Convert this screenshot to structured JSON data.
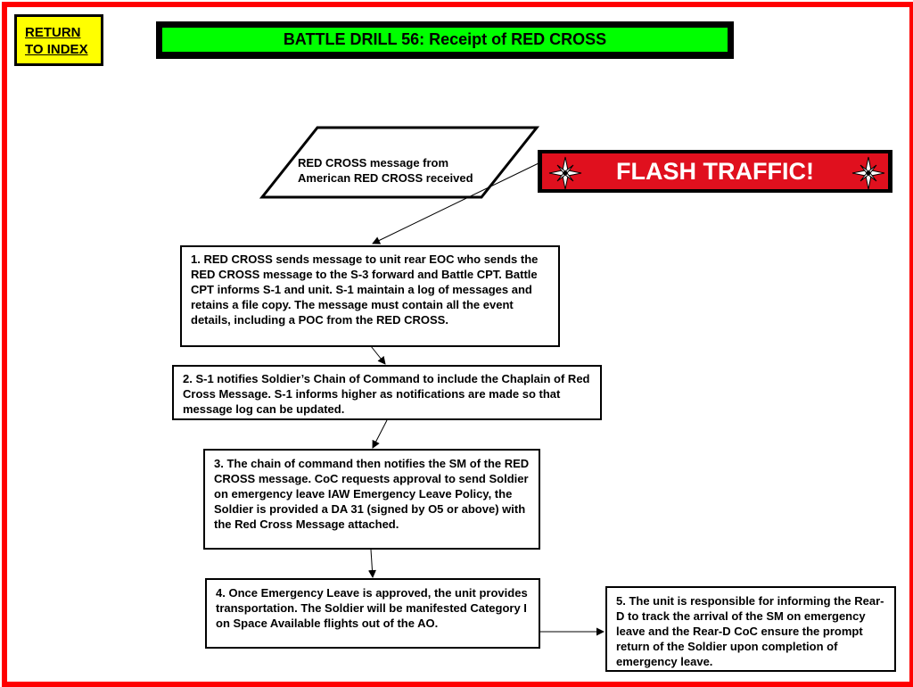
{
  "return_button": {
    "line1": "RETURN",
    "line2": "TO INDEX"
  },
  "title": "BATTLE DRILL 56:  Receipt of RED CROSS",
  "start_node": {
    "line1": "RED CROSS message from",
    "line2": "American RED CROSS received"
  },
  "flash": {
    "label": "FLASH TRAFFIC!"
  },
  "steps": [
    {
      "text": "1. RED CROSS sends message to unit rear EOC who sends the RED CROSS message to the S-3 forward and Battle CPT.  Battle CPT informs S-1 and unit. S-1 maintain a log of messages and retains a file copy.  The message must contain all the event details, including a POC from the RED CROSS."
    },
    {
      "text": "2. S-1 notifies Soldier’s Chain of Command to include the Chaplain of Red Cross Message. S-1 informs higher as notifications are made so that message log can be updated."
    },
    {
      "text": "3. The chain of command then notifies the SM of the RED CROSS message. CoC requests approval to send Soldier on emergency leave IAW Emergency Leave Policy, the Soldier is provided a DA 31 (signed by O5 or above) with the Red Cross Message attached."
    },
    {
      "text": "4. Once Emergency Leave is approved, the unit provides transportation.  The Soldier will be manifested Category I on Space Available flights out of the AO."
    },
    {
      "text": "5. The unit is responsible for informing the Rear-D to track the arrival of the SM on emergency leave and the Rear-D CoC ensure the prompt return of the Soldier upon completion of emergency leave."
    }
  ],
  "colors": {
    "frame": "#ff0000",
    "title_bg": "#00ff00",
    "return_bg": "#ffff00",
    "flash_bg": "#e0101e"
  }
}
